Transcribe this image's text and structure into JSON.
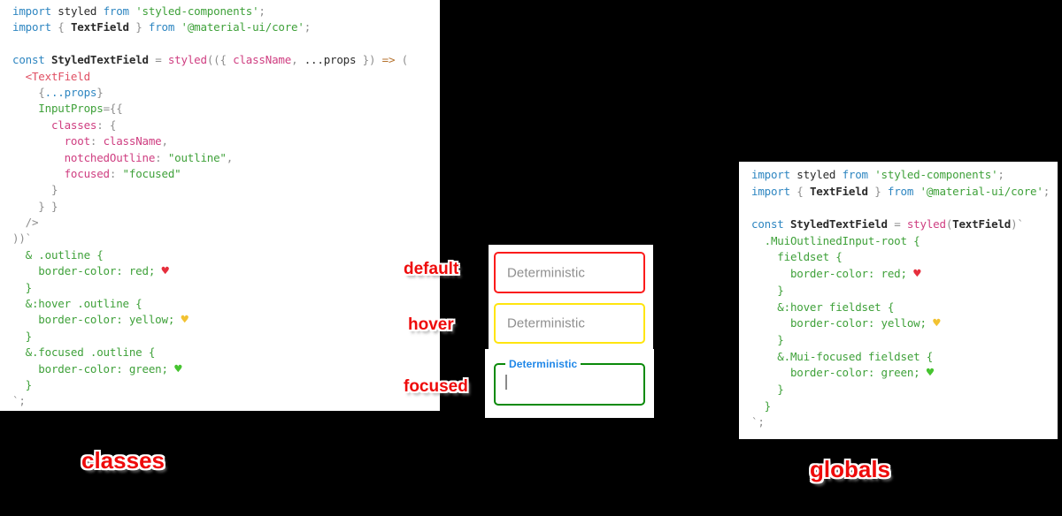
{
  "captions": {
    "left": "classes",
    "right": "globals"
  },
  "annotations": {
    "default": "default",
    "hover": "hover",
    "focused": "focused"
  },
  "textfields": {
    "default": {
      "placeholder": "Deterministic",
      "border_color": "#ff0000",
      "state": "default"
    },
    "hover": {
      "placeholder": "Deterministic",
      "border_color": "#ffff00",
      "state": "hover"
    },
    "focused": {
      "label": "Deterministic",
      "border_color": "#008000",
      "state": "focused"
    }
  },
  "colors": {
    "keyword_blue": "#2e86c1",
    "string_green": "#3fa13a",
    "property_pink": "#cf3e81",
    "jsx_tag": "#e05064",
    "arrow_orange": "#b5722e",
    "annotation_red": "#ee0b0b",
    "mui_label_blue": "#1f87e8",
    "heart_red": "#e62e3c",
    "heart_yellow": "#f2c231",
    "heart_green": "#46c430"
  },
  "code_blocks": {
    "classes": {
      "lines": [
        [
          [
            "kw",
            "import"
          ],
          [
            "pl",
            " styled "
          ],
          [
            "kw",
            "from"
          ],
          [
            "str",
            " 'styled-components'"
          ],
          [
            "pun",
            ";"
          ]
        ],
        [
          [
            "kw",
            "import"
          ],
          [
            "pun",
            " { "
          ],
          [
            "id",
            "TextField"
          ],
          [
            "pun",
            " } "
          ],
          [
            "kw",
            "from"
          ],
          [
            "str",
            " '@material-ui/core'"
          ],
          [
            "pun",
            ";"
          ]
        ],
        [],
        [
          [
            "kw",
            "const"
          ],
          [
            "id",
            " StyledTextField "
          ],
          [
            "pun",
            "= "
          ],
          [
            "pk",
            "styled"
          ],
          [
            "pun",
            "(({ "
          ],
          [
            "pk",
            "className"
          ],
          [
            "pun",
            ", "
          ],
          [
            "pl",
            "...props"
          ],
          [
            "pun",
            " }) "
          ],
          [
            "arr",
            "=>"
          ],
          [
            "pun",
            " ("
          ]
        ],
        [
          [
            "tag",
            "  <TextField"
          ]
        ],
        [
          [
            "pun",
            "    {"
          ],
          [
            "v",
            "...props"
          ],
          [
            "pun",
            "}"
          ]
        ],
        [
          [
            "attr",
            "    InputProps"
          ],
          [
            "pun",
            "={{"
          ]
        ],
        [
          [
            "pk",
            "      classes"
          ],
          [
            "pun",
            ": {"
          ]
        ],
        [
          [
            "pk",
            "        root"
          ],
          [
            "pun",
            ": "
          ],
          [
            "pk",
            "className"
          ],
          [
            "pun",
            ","
          ]
        ],
        [
          [
            "pk",
            "        notchedOutline"
          ],
          [
            "pun",
            ": "
          ],
          [
            "str",
            "\"outline\""
          ],
          [
            "pun",
            ","
          ]
        ],
        [
          [
            "pk",
            "        focused"
          ],
          [
            "pun",
            ": "
          ],
          [
            "str",
            "\"focused\""
          ]
        ],
        [
          [
            "pun",
            "      }"
          ]
        ],
        [
          [
            "pun",
            "    } }"
          ]
        ],
        [
          [
            "pun",
            "  />"
          ]
        ],
        [
          [
            "pun",
            "))`"
          ]
        ],
        [
          [
            "css",
            "  & .outline {"
          ]
        ],
        [
          [
            "css",
            "    border-color: red; "
          ],
          [
            "hr",
            "♥"
          ]
        ],
        [
          [
            "css",
            "  }"
          ]
        ],
        [
          [
            "css",
            "  &:hover .outline {"
          ]
        ],
        [
          [
            "css",
            "    border-color: yellow; "
          ],
          [
            "hy",
            "♥"
          ]
        ],
        [
          [
            "css",
            "  }"
          ]
        ],
        [
          [
            "css",
            "  &.focused .outline {"
          ]
        ],
        [
          [
            "css",
            "    border-color: green; "
          ],
          [
            "hg",
            "♥"
          ]
        ],
        [
          [
            "css",
            "  }"
          ]
        ],
        [
          [
            "pun",
            "`;"
          ]
        ]
      ]
    },
    "globals": {
      "lines": [
        [
          [
            "kw",
            "import"
          ],
          [
            "pl",
            " styled "
          ],
          [
            "kw",
            "from"
          ],
          [
            "str",
            " 'styled-components'"
          ],
          [
            "pun",
            ";"
          ]
        ],
        [
          [
            "kw",
            "import"
          ],
          [
            "pun",
            " { "
          ],
          [
            "id",
            "TextField"
          ],
          [
            "pun",
            " } "
          ],
          [
            "kw",
            "from"
          ],
          [
            "str",
            " '@material-ui/core'"
          ],
          [
            "pun",
            ";"
          ]
        ],
        [],
        [
          [
            "kw",
            "const"
          ],
          [
            "id",
            " StyledTextField "
          ],
          [
            "pun",
            "= "
          ],
          [
            "pk",
            "styled"
          ],
          [
            "pun",
            "("
          ],
          [
            "id",
            "TextField"
          ],
          [
            "pun",
            ")`"
          ]
        ],
        [
          [
            "css",
            "  .MuiOutlinedInput-root {"
          ]
        ],
        [
          [
            "css",
            "    fieldset {"
          ]
        ],
        [
          [
            "css",
            "      border-color: red; "
          ],
          [
            "hr",
            "♥"
          ]
        ],
        [
          [
            "css",
            "    }"
          ]
        ],
        [
          [
            "css",
            "    &:hover fieldset {"
          ]
        ],
        [
          [
            "css",
            "      border-color: yellow; "
          ],
          [
            "hy",
            "♥"
          ]
        ],
        [
          [
            "css",
            "    }"
          ]
        ],
        [
          [
            "css",
            "    &.Mui-focused fieldset {"
          ]
        ],
        [
          [
            "css",
            "      border-color: green; "
          ],
          [
            "hg",
            "♥"
          ]
        ],
        [
          [
            "css",
            "    }"
          ]
        ],
        [
          [
            "css",
            "  }"
          ]
        ],
        [
          [
            "pun",
            "`;"
          ]
        ]
      ]
    }
  }
}
